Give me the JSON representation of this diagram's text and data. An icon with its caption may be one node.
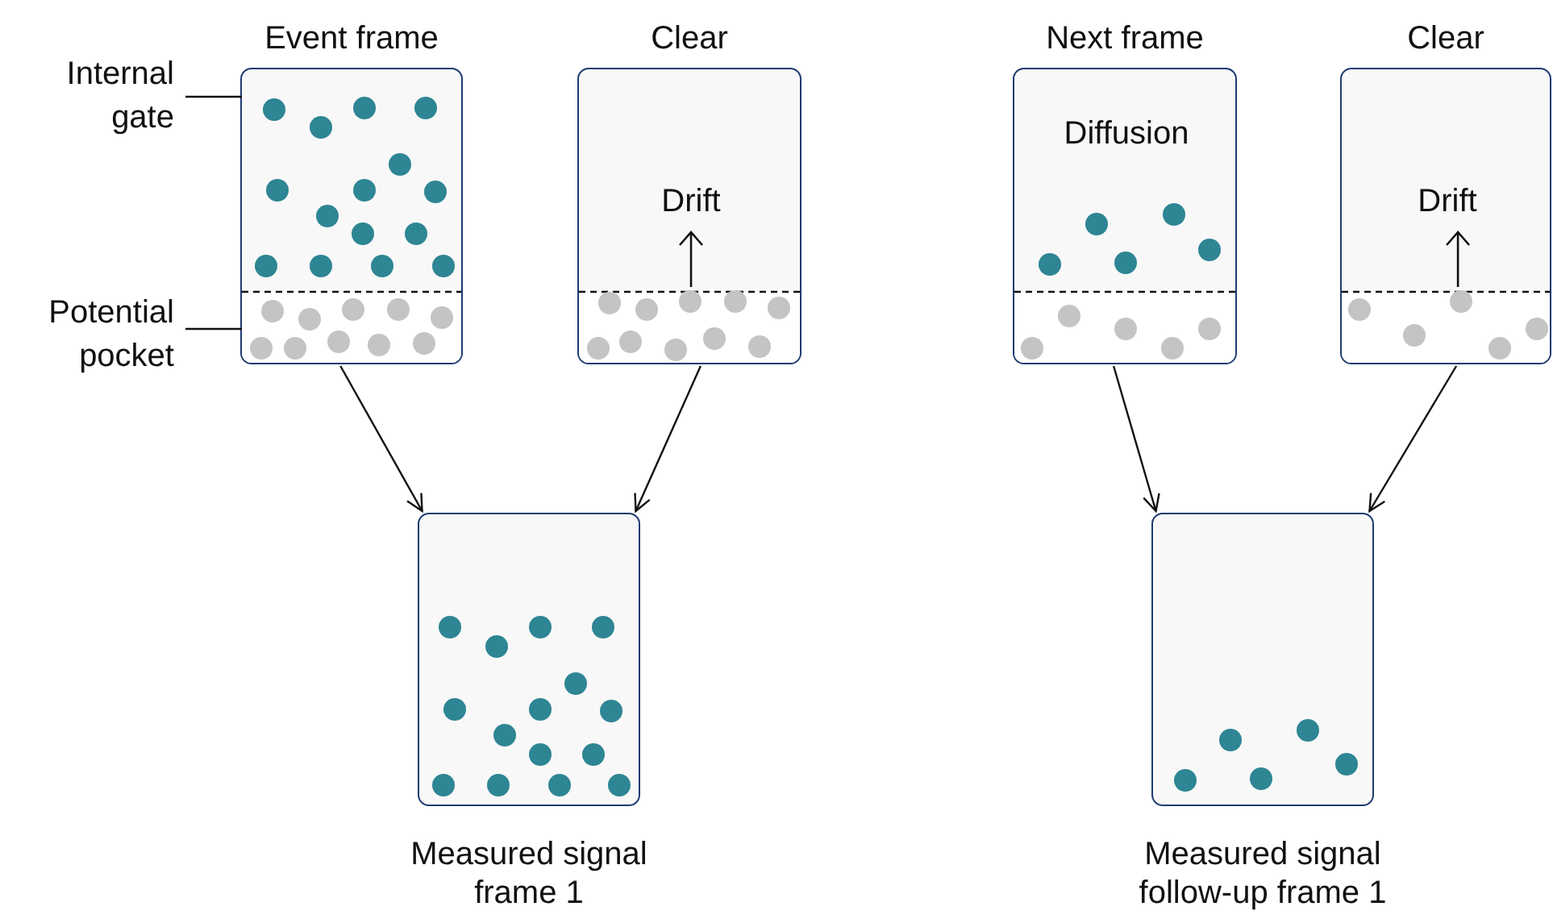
{
  "diagram": {
    "nodes": [
      {
        "text": [
          "Event frame"
        ]
      },
      {
        "text": [
          "Clear",
          "Drift"
        ]
      },
      {
        "text": [
          "Next frame",
          "Diffusion"
        ]
      },
      {
        "text": [
          "Clear",
          "Drift"
        ]
      },
      {
        "text": [
          "Measured signal frame 1"
        ]
      },
      {
        "text": [
          "Measured signal follow-up frame 1"
        ]
      },
      {
        "text": [
          "Internal gate"
        ]
      },
      {
        "text": [
          "Potential pocket"
        ]
      }
    ],
    "edges": [
      {
        "from": 0,
        "to": 4,
        "arrow": "to"
      },
      {
        "from": 1,
        "to": 4,
        "arrow": "to"
      },
      {
        "from": 2,
        "to": 5,
        "arrow": "to"
      },
      {
        "from": 3,
        "to": 5,
        "arrow": "to"
      },
      {
        "from": 6,
        "to": 0,
        "arrow": "none"
      },
      {
        "from": 7,
        "to": 0,
        "arrow": "none"
      }
    ]
  }
}
